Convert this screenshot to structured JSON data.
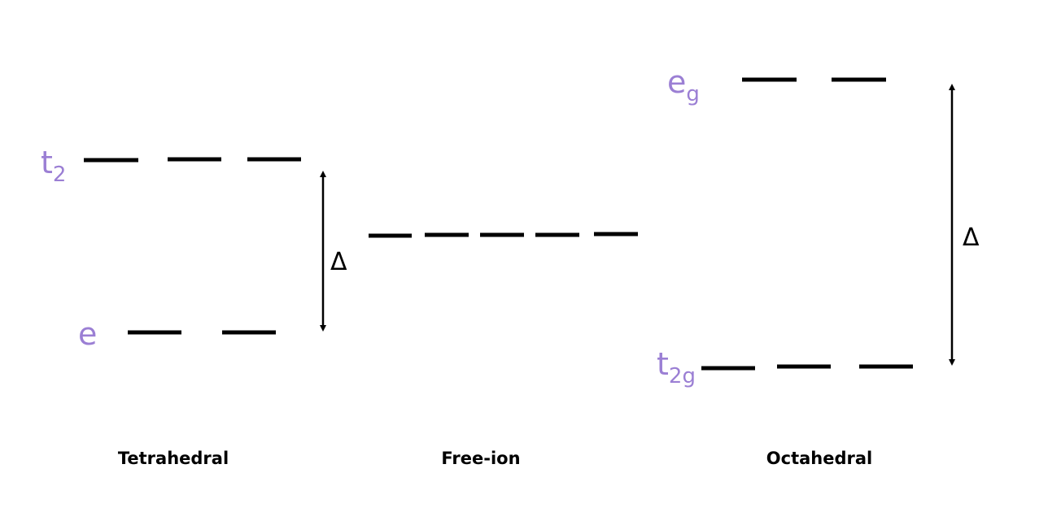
{
  "colors": {
    "orbital_label": "#9b7fd4",
    "line": "#000000"
  },
  "tetrahedral": {
    "title": "Tetrahedral",
    "upper": {
      "main": "t",
      "sub": "2",
      "degeneracy": 3
    },
    "lower": {
      "main": "e",
      "sub": "",
      "degeneracy": 2
    },
    "splitting": "Δ"
  },
  "free_ion": {
    "title": "Free-ion",
    "degeneracy": 5
  },
  "octahedral": {
    "title": "Octahedral",
    "upper": {
      "main": "e",
      "sub": "g",
      "degeneracy": 2
    },
    "lower": {
      "main": "t",
      "sub": "2g",
      "degeneracy": 3
    },
    "splitting": "Δ"
  }
}
